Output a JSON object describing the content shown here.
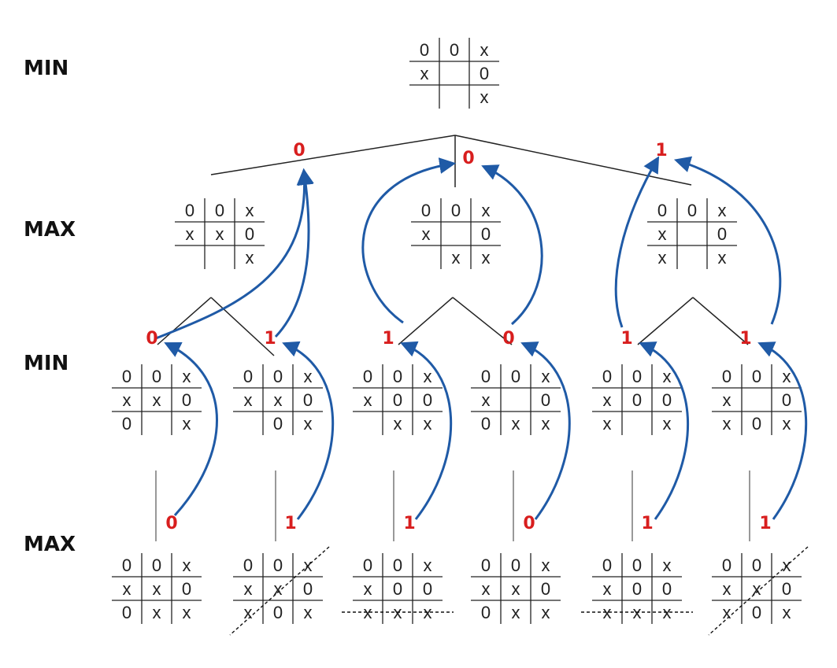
{
  "levels": [
    "MIN",
    "MAX",
    "MIN",
    "MAX"
  ],
  "colors": {
    "value": "#d81e1e",
    "arrow": "#1f5aa6",
    "grid": "#222222",
    "edge": "#222222",
    "connector": "#999999"
  },
  "boards": [
    {
      "id": "root",
      "cells": [
        "0",
        "0",
        "x",
        "x",
        "",
        "0",
        "",
        "",
        "x"
      ]
    },
    {
      "id": "l1a",
      "cells": [
        "0",
        "0",
        "x",
        "x",
        "x",
        "0",
        "",
        "",
        "x"
      ]
    },
    {
      "id": "l1b",
      "cells": [
        "0",
        "0",
        "x",
        "x",
        "",
        "0",
        "",
        "x",
        "x"
      ]
    },
    {
      "id": "l1c",
      "cells": [
        "0",
        "0",
        "x",
        "x",
        "",
        "0",
        "x",
        "",
        "x"
      ]
    },
    {
      "id": "l2a",
      "cells": [
        "0",
        "0",
        "x",
        "x",
        "x",
        "0",
        "0",
        "",
        "x"
      ]
    },
    {
      "id": "l2b",
      "cells": [
        "0",
        "0",
        "x",
        "x",
        "x",
        "0",
        "",
        "0",
        "x"
      ]
    },
    {
      "id": "l2c",
      "cells": [
        "0",
        "0",
        "x",
        "x",
        "0",
        "0",
        "",
        "x",
        "x"
      ]
    },
    {
      "id": "l2d",
      "cells": [
        "0",
        "0",
        "x",
        "x",
        "",
        "0",
        "0",
        "x",
        "x"
      ]
    },
    {
      "id": "l2e",
      "cells": [
        "0",
        "0",
        "x",
        "x",
        "0",
        "0",
        "x",
        "",
        "x"
      ]
    },
    {
      "id": "l2f",
      "cells": [
        "0",
        "0",
        "x",
        "x",
        "",
        "0",
        "x",
        "0",
        "x"
      ]
    },
    {
      "id": "l3a",
      "cells": [
        "0",
        "0",
        "x",
        "x",
        "x",
        "0",
        "0",
        "x",
        "x"
      ]
    },
    {
      "id": "l3b",
      "cells": [
        "0",
        "0",
        "x",
        "x",
        "x",
        "0",
        "x",
        "0",
        "x"
      ]
    },
    {
      "id": "l3c",
      "cells": [
        "0",
        "0",
        "x",
        "x",
        "0",
        "0",
        "x",
        "x",
        "x"
      ]
    },
    {
      "id": "l3d",
      "cells": [
        "0",
        "0",
        "x",
        "x",
        "x",
        "0",
        "0",
        "x",
        "x"
      ]
    },
    {
      "id": "l3e",
      "cells": [
        "0",
        "0",
        "x",
        "x",
        "0",
        "0",
        "x",
        "x",
        "x"
      ]
    },
    {
      "id": "l3f",
      "cells": [
        "0",
        "0",
        "x",
        "x",
        "x",
        "0",
        "x",
        "0",
        "x"
      ]
    }
  ],
  "values": [
    {
      "id": "v1a",
      "text": "0"
    },
    {
      "id": "v1b",
      "text": "0"
    },
    {
      "id": "v1c",
      "text": "1"
    },
    {
      "id": "v2a",
      "text": "0"
    },
    {
      "id": "v2b",
      "text": "1"
    },
    {
      "id": "v2c",
      "text": "1"
    },
    {
      "id": "v2d",
      "text": "0"
    },
    {
      "id": "v2e",
      "text": "1"
    },
    {
      "id": "v2f",
      "text": "1"
    },
    {
      "id": "v3a",
      "text": "0"
    },
    {
      "id": "v3b",
      "text": "1"
    },
    {
      "id": "v3c",
      "text": "1"
    },
    {
      "id": "v3d",
      "text": "0"
    },
    {
      "id": "v3e",
      "text": "1"
    },
    {
      "id": "v3f",
      "text": "1"
    }
  ],
  "win_lines": [
    {
      "board": "l3b",
      "kind": "anti-diagonal"
    },
    {
      "board": "l3c",
      "kind": "bottom-row"
    },
    {
      "board": "l3e",
      "kind": "bottom-row"
    },
    {
      "board": "l3f",
      "kind": "anti-diagonal"
    }
  ]
}
